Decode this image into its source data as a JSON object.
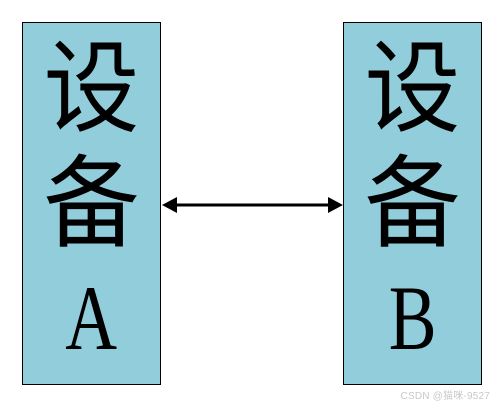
{
  "device_a": {
    "chars": [
      "设",
      "备"
    ],
    "letter": "A"
  },
  "device_b": {
    "chars": [
      "设",
      "备"
    ],
    "letter": "B"
  },
  "connector": {
    "type": "bidirectional-arrow",
    "color": "#000000"
  },
  "colors": {
    "box_fill": "#92CDDC",
    "box_border": "#000000",
    "background": "#ffffff"
  },
  "watermark": "CSDN @猫咪-9527"
}
